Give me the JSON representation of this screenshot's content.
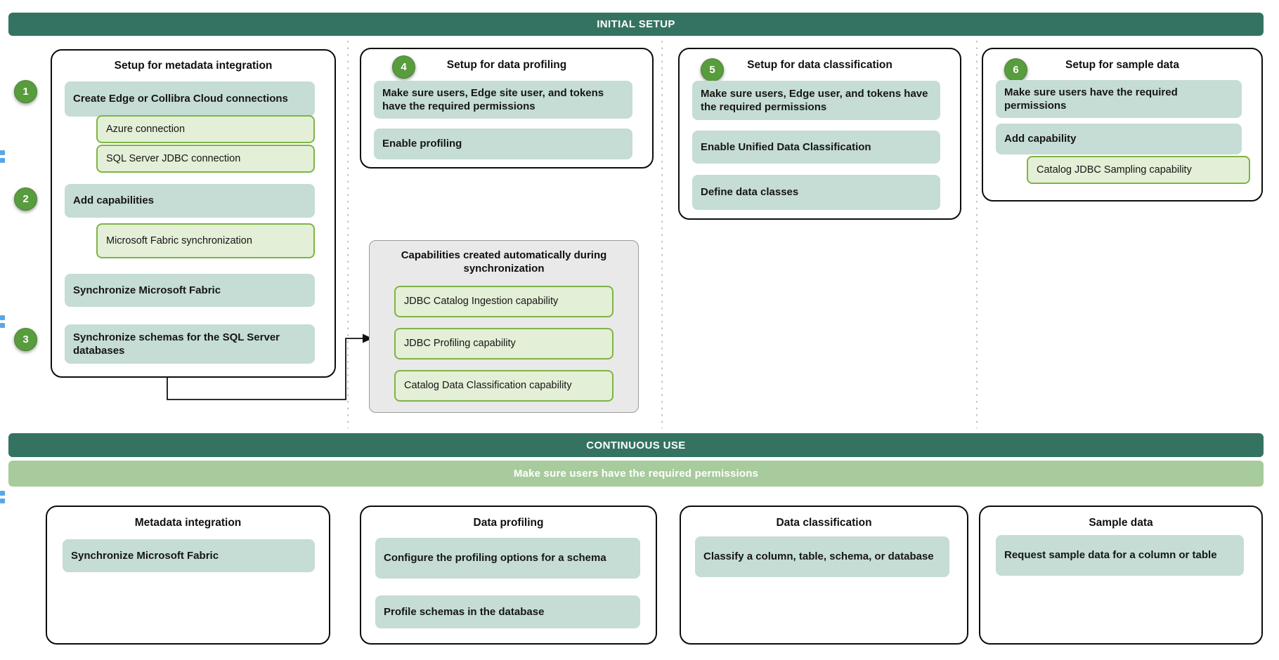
{
  "steps": [
    "1",
    "2",
    "3",
    "4",
    "5",
    "6"
  ],
  "banners": {
    "initial_setup": "INITIAL SETUP",
    "continuous_use": "CONTINUOUS USE",
    "permissions_banner": "Make sure users have the required permissions"
  },
  "initial_setup": {
    "metadata": {
      "title": "Setup for metadata integration",
      "item_connections": "Create Edge or Collibra Cloud connections",
      "sub_azure": "Azure connection",
      "sub_sql": "SQL Server JDBC connection",
      "item_add_capabilities": "Add capabilities",
      "sub_fabric_sync": "Microsoft Fabric synchronization",
      "item_sync_fabric": "Synchronize Microsoft Fabric",
      "item_sync_schemas": "Synchronize schemas for the SQL Server databases"
    },
    "profiling": {
      "title": "Setup for data profiling",
      "item_permissions": "Make sure users, Edge site user, and tokens have the required permissions",
      "item_enable": "Enable profiling"
    },
    "classification": {
      "title": "Setup for data classification",
      "item_permissions": "Make sure users, Edge user, and tokens have the required permissions",
      "item_enable_udc": "Enable Unified Data Classification",
      "item_define": "Define data classes"
    },
    "sample_data": {
      "title": "Setup for sample data",
      "item_permissions": "Make sure users have the required permissions",
      "item_add_capability": "Add capability",
      "sub_sampling": "Catalog JDBC Sampling capability"
    },
    "auto_capabilities": {
      "title": "Capabilities created automatically during synchronization",
      "items": [
        "JDBC Catalog Ingestion capability",
        "JDBC Profiling capability",
        "Catalog Data Classification capability"
      ]
    }
  },
  "continuous_use": {
    "metadata": {
      "title": "Metadata integration",
      "item_sync_fabric": "Synchronize Microsoft Fabric"
    },
    "profiling": {
      "title": "Data profiling",
      "item_configure": "Configure the profiling options for a schema",
      "item_profile": "Profile schemas in the database"
    },
    "classification": {
      "title": "Data classification",
      "item_classify": "Classify a column, table, schema, or database"
    },
    "sample_data": {
      "title": "Sample data",
      "item_request": "Request sample data for a column or table"
    }
  },
  "colors": {
    "dark_green": "#347361",
    "light_green_banner": "#a7cb9c",
    "teal_item": "#c5ddd4",
    "nested_fill": "#e3efd6",
    "nested_border": "#7eb445",
    "circle_green": "#589d3d",
    "gray_fill": "#e9e9e9",
    "gray_border": "#9a9a9a",
    "connector": "#111111",
    "blue_fragment": "#58a7e8"
  }
}
